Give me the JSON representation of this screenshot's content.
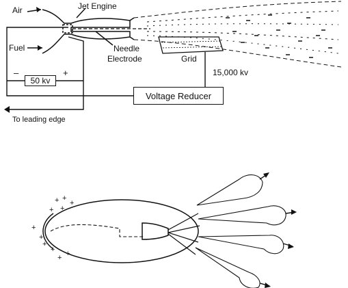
{
  "labels": {
    "air": "Air",
    "jet_engine": "Jet Engine",
    "fuel": "Fuel",
    "needle": "Needle",
    "electrode": "Electrode",
    "grid": "Grid",
    "voltage_kv": "15,000 kv",
    "battery_minus": "–",
    "battery_plus": "+",
    "battery_kv": "50 kv",
    "voltage_reducer": "Voltage Reducer",
    "leading_edge": "To leading edge"
  },
  "charge_plus": "+"
}
